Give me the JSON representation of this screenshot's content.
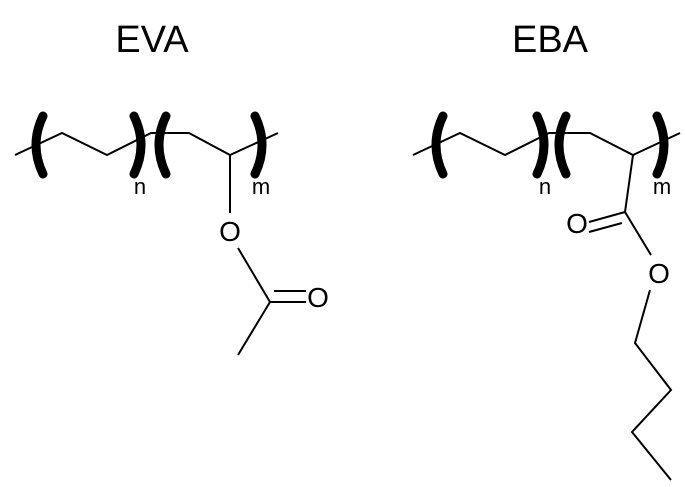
{
  "eva": {
    "title": "EVA",
    "repeat_n": "n",
    "repeat_m": "m",
    "ester_oxygen": "O",
    "carbonyl_oxygen": "O"
  },
  "eba": {
    "title": "EBA",
    "repeat_n": "n",
    "repeat_m": "m",
    "ester_oxygen": "O",
    "carbonyl_oxygen": "O"
  }
}
